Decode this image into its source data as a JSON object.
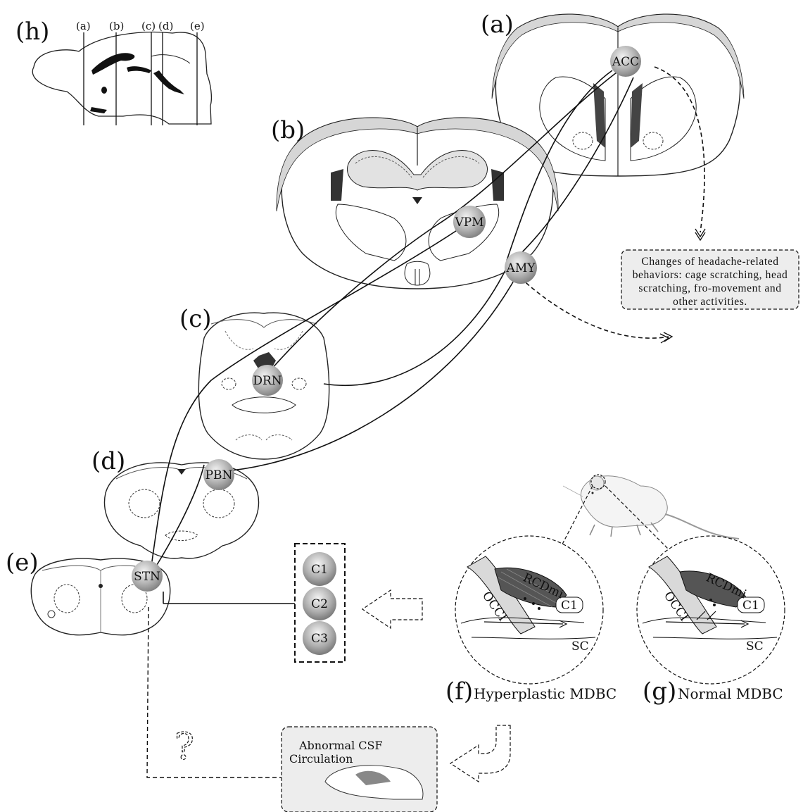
{
  "panel_labels": {
    "a": "(a)",
    "b": "(b)",
    "c": "(c)",
    "d": "(d)",
    "e": "(e)",
    "h": "(h)"
  },
  "section_marks": [
    "(a)",
    "(b)",
    "(c)",
    "(d)",
    "(e)"
  ],
  "nodes": {
    "acc": "ACC",
    "vpm": "VPM",
    "amy": "AMY",
    "drn": "DRN",
    "pbn": "PBN",
    "stn": "STN"
  },
  "cervical_nodes": [
    "C1",
    "C2",
    "C3"
  ],
  "behavior_note": [
    "Changes of headache-related",
    "behaviors: cage scratching, head",
    "scratching, fro-movement and",
    "other activities."
  ],
  "csf_box": [
    "Abnormal CSF",
    "Circulation"
  ],
  "question_mark": "?",
  "insets": {
    "f": {
      "letter": "(f)",
      "caption": "Hyperplastic MDBC"
    },
    "g": {
      "letter": "(g)",
      "caption": "Normal MDBC"
    },
    "labels": {
      "occi": "OCCI",
      "rcdmi": "RCDmi",
      "c1": "C1",
      "sc": "SC"
    }
  },
  "colors": {
    "node_fill": "#a9a9a9",
    "box_fill": "#ededed",
    "line": "#111111"
  }
}
